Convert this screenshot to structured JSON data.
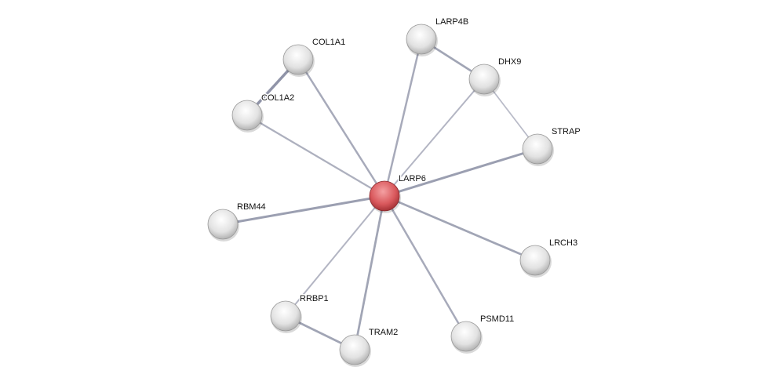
{
  "network": {
    "center_node": "LARP6",
    "colors": {
      "center": "#d9585c",
      "node": "#e6e6e6",
      "edge": "#8a8ea3"
    },
    "nodes": [
      "LARP6",
      "COL1A1",
      "COL1A2",
      "LARP4B",
      "DHX9",
      "STRAP",
      "RBM44",
      "LRCH3",
      "PSMD11",
      "RRBP1",
      "TRAM2"
    ],
    "edges": [
      {
        "a": "LARP6",
        "b": "COL1A1",
        "strength": 0.6
      },
      {
        "a": "LARP6",
        "b": "COL1A2",
        "strength": 0.5
      },
      {
        "a": "LARP6",
        "b": "LARP4B",
        "strength": 0.6
      },
      {
        "a": "LARP6",
        "b": "DHX9",
        "strength": 0.4
      },
      {
        "a": "LARP6",
        "b": "STRAP",
        "strength": 0.8
      },
      {
        "a": "LARP6",
        "b": "RBM44",
        "strength": 0.8
      },
      {
        "a": "LARP6",
        "b": "LRCH3",
        "strength": 0.7
      },
      {
        "a": "LARP6",
        "b": "PSMD11",
        "strength": 0.6
      },
      {
        "a": "LARP6",
        "b": "RRBP1",
        "strength": 0.4
      },
      {
        "a": "LARP6",
        "b": "TRAM2",
        "strength": 0.7
      },
      {
        "a": "COL1A1",
        "b": "COL1A2",
        "strength": 1.0
      },
      {
        "a": "LARP4B",
        "b": "DHX9",
        "strength": 0.7
      },
      {
        "a": "DHX9",
        "b": "STRAP",
        "strength": 0.3
      },
      {
        "a": "RRBP1",
        "b": "TRAM2",
        "strength": 0.7
      }
    ]
  }
}
